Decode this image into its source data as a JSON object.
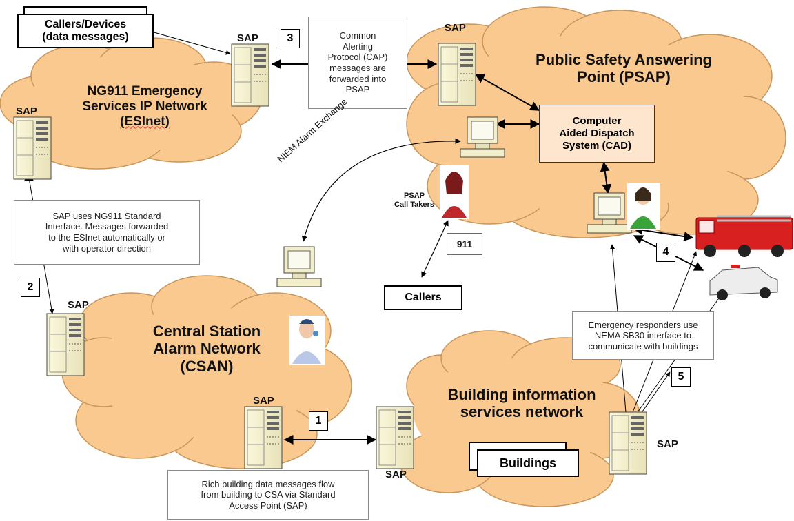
{
  "clouds": {
    "esinet": "NG911 Emergency Services IP Network (ESInet)",
    "esinet_line1": "NG911 Emergency",
    "esinet_line2": "Services IP Network",
    "esinet_line3": "(ESInet)",
    "psap_line1": "Public Safety Answering",
    "psap_line2": "Point (PSAP)",
    "csan_line1": "Central Station",
    "csan_line2": "Alarm Network",
    "csan_line3": "(CSAN)",
    "bisn_line1": "Building information",
    "bisn_line2": "services network"
  },
  "sap_label": "SAP",
  "boxes": {
    "callers_devices_l1": "Callers/Devices",
    "callers_devices_l2": "(data messages)",
    "buildings": "Buildings",
    "callers": "Callers",
    "n911": "911",
    "cad_l1": "Computer",
    "cad_l2": "Aided Dispatch",
    "cad_l3": "System (CAD)"
  },
  "notes": {
    "cap": [
      "Common",
      "Alerting",
      "Protocol (CAP)",
      "messages are",
      "forwarded into",
      "PSAP"
    ],
    "sap_std": [
      "SAP uses NG911 Standard",
      "Interface. Messages forwarded",
      "to the ESInet automatically or",
      "with operator direction"
    ],
    "rich": [
      "Rich building data messages flow",
      "from building to CSA via Standard",
      "Access Point (SAP)"
    ],
    "nema": [
      "Emergency responders use",
      "NEMA SB30 interface to",
      "communicate with buildings"
    ]
  },
  "steps": [
    "1",
    "2",
    "3",
    "4",
    "5"
  ],
  "niem": "NIEM Alarm Exchange",
  "psap_calltakers_l1": "PSAP",
  "psap_calltakers_l2": "Call Takers",
  "colors": {
    "cloud": "#f9c990",
    "cloud_stroke": "#c8965a",
    "cad_fill": "#fde6cd",
    "server": "#f6f2cc"
  }
}
